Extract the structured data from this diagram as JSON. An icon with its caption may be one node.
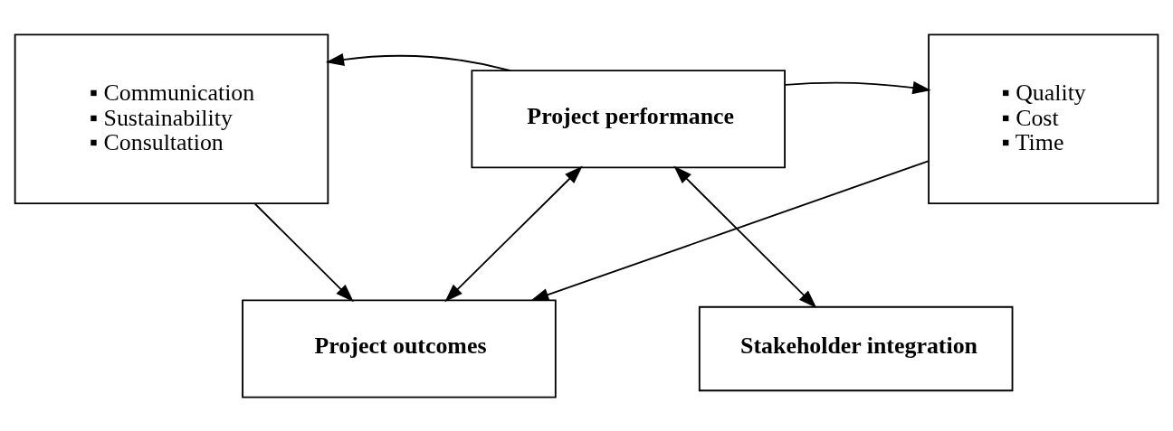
{
  "diagram": {
    "nodes": [
      {
        "text": [
          "Project outcomes"
        ]
      },
      {
        "text": [
          "Project performance"
        ]
      },
      {
        "text": [
          "▪ Communication ▪ Sustainability ▪ Consultation"
        ]
      },
      {
        "text": [
          "▪ Quality ▪ Cost ▪ Time"
        ]
      },
      {
        "text": [
          "Stakeholder integration"
        ]
      }
    ],
    "edges": [
      {
        "from": 2,
        "to": 0,
        "arrow": "to"
      },
      {
        "from": 3,
        "to": 0,
        "arrow": "to"
      },
      {
        "from": 1,
        "to": 0,
        "arrow": "both"
      },
      {
        "from": 1,
        "to": 2,
        "arrow": "to"
      },
      {
        "from": 1,
        "to": 3,
        "arrow": "to"
      },
      {
        "from": 1,
        "to": 4,
        "arrow": "both"
      }
    ]
  }
}
